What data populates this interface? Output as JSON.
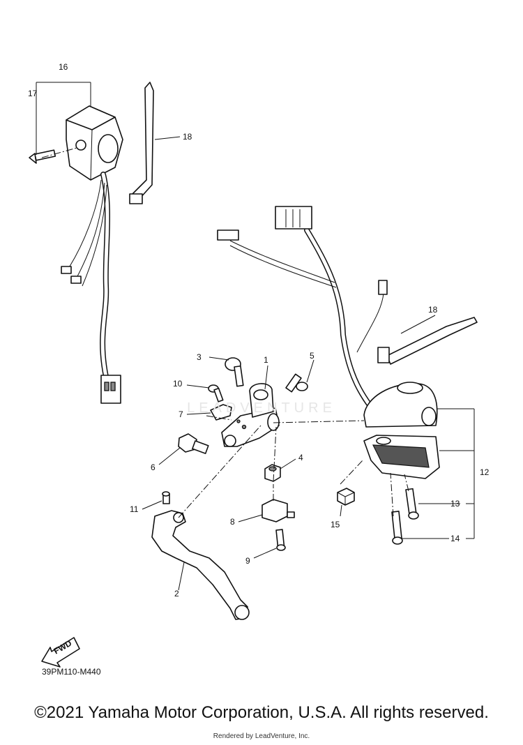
{
  "diagram": {
    "part_labels": [
      "1",
      "2",
      "3",
      "4",
      "5",
      "6",
      "7",
      "8",
      "9",
      "10",
      "11",
      "12",
      "13",
      "14",
      "15",
      "16",
      "17",
      "18",
      "18"
    ],
    "direction_badge": "FWD",
    "diagram_code": "39PM110-M440",
    "watermark": "LEADVENTURE"
  },
  "footer": {
    "copyright": "©2021 Yamaha Motor Corporation, U.S.A. All rights reserved.",
    "rendered_by": "Rendered by LeadVenture, Inc."
  }
}
